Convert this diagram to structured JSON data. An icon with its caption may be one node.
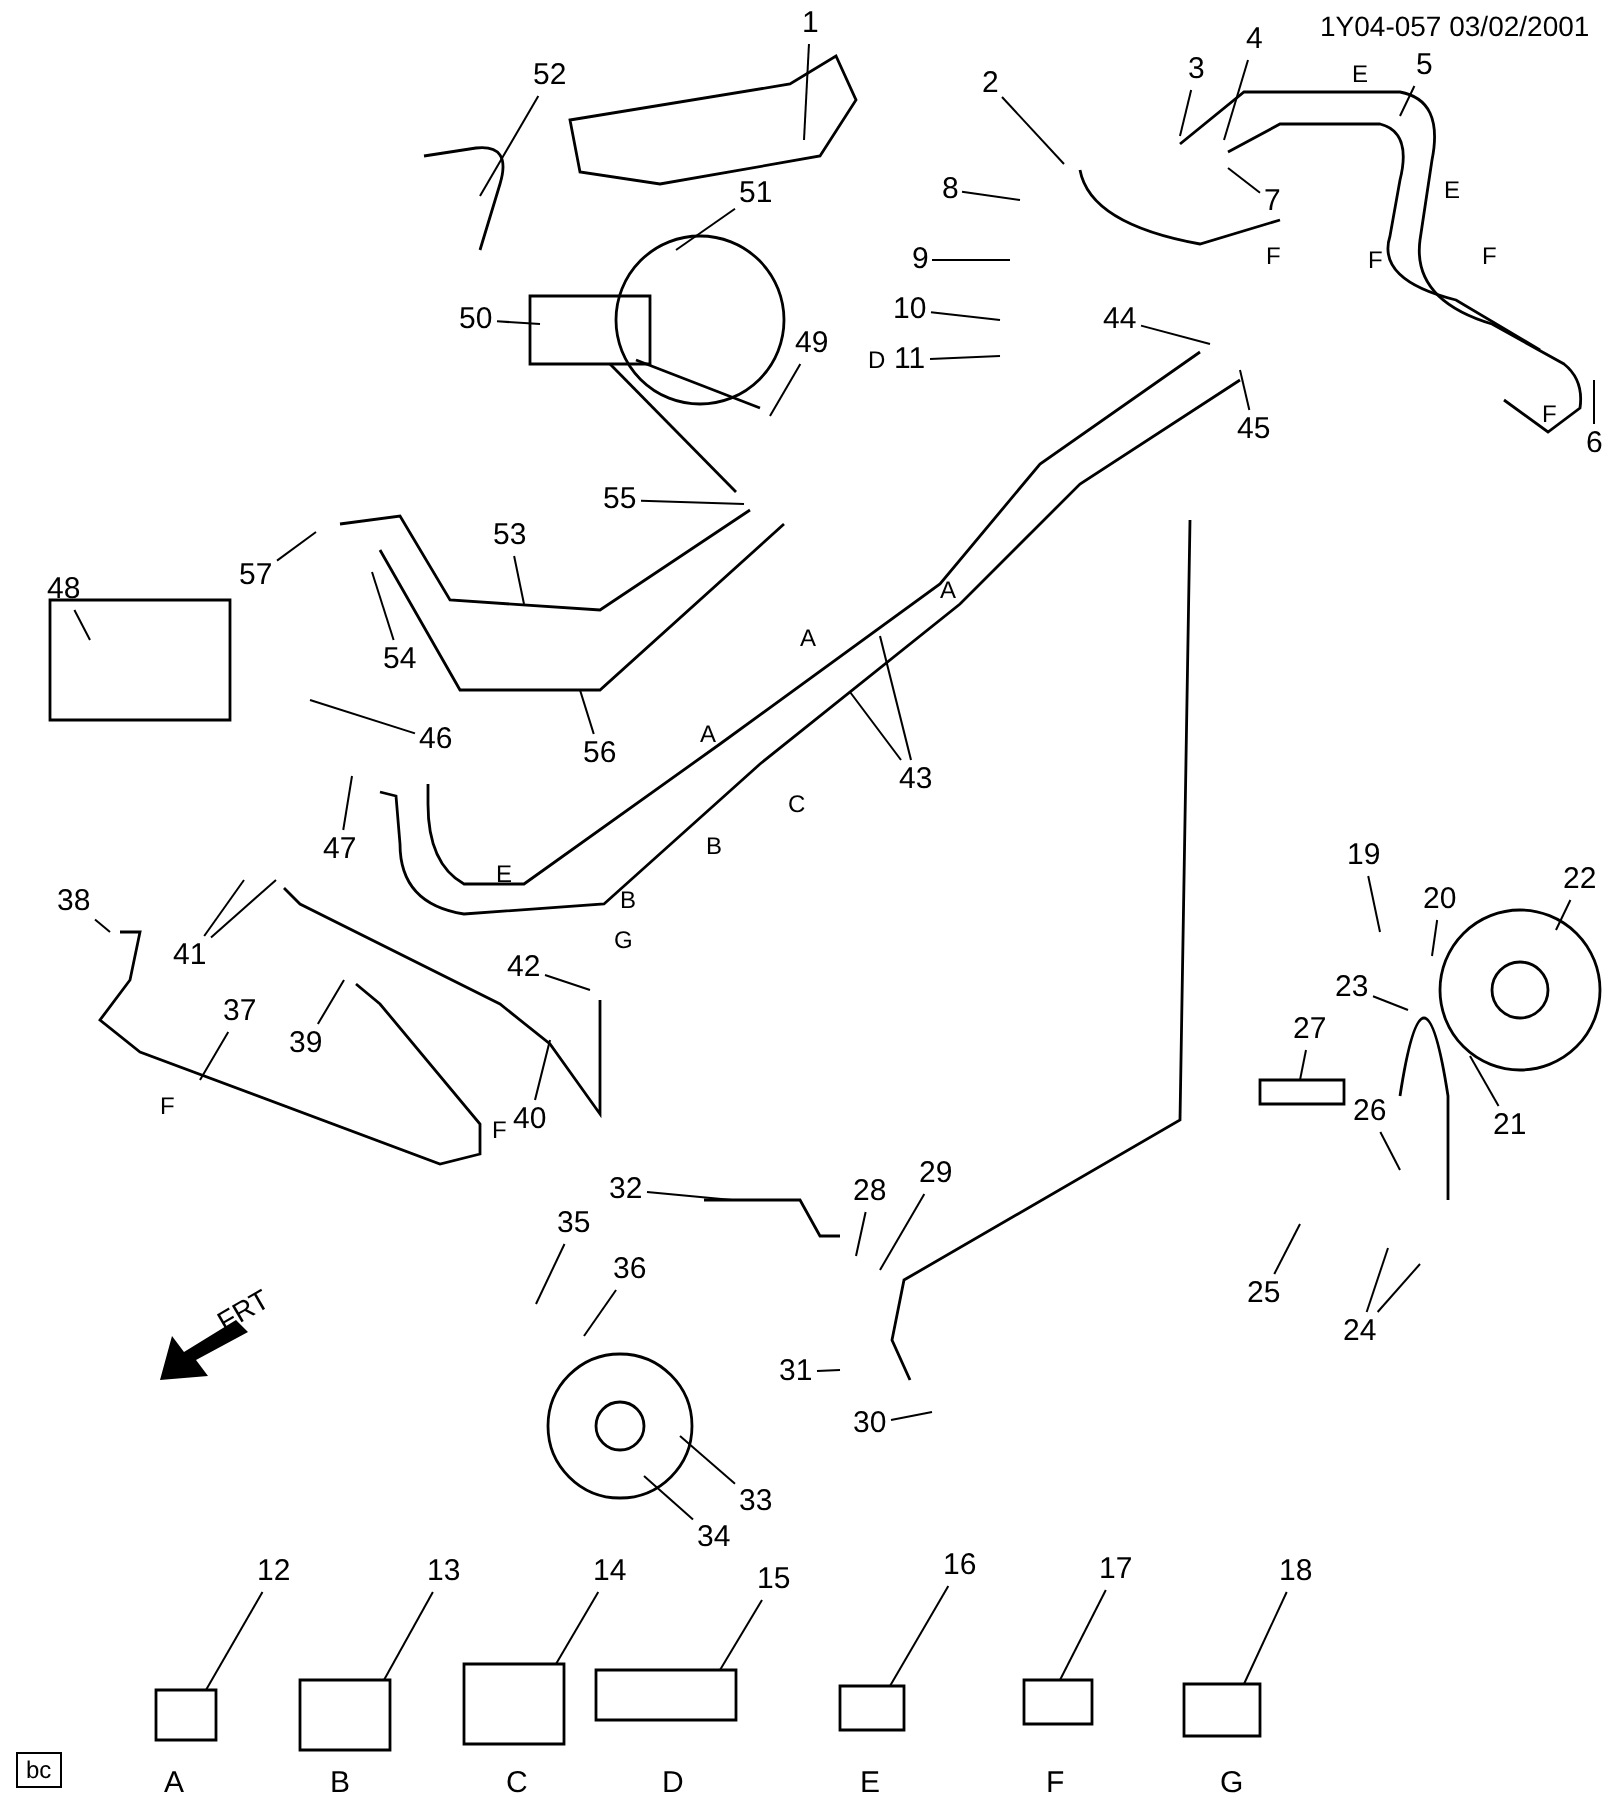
{
  "diagram": {
    "nodes": [
      {
        "text": [
          "1"
        ]
      },
      {
        "text": [
          "2"
        ]
      },
      {
        "text": [
          "3"
        ]
      },
      {
        "text": [
          "4"
        ]
      },
      {
        "text": [
          "5"
        ]
      },
      {
        "text": [
          "6"
        ]
      },
      {
        "text": [
          "7"
        ]
      },
      {
        "text": [
          "8"
        ]
      },
      {
        "text": [
          "9"
        ]
      },
      {
        "text": [
          "10"
        ]
      },
      {
        "text": [
          "11"
        ]
      },
      {
        "text": [
          "12"
        ]
      },
      {
        "text": [
          "13"
        ]
      },
      {
        "text": [
          "14"
        ]
      },
      {
        "text": [
          "15"
        ]
      },
      {
        "text": [
          "16"
        ]
      },
      {
        "text": [
          "17"
        ]
      },
      {
        "text": [
          "18"
        ]
      },
      {
        "text": [
          "19"
        ]
      },
      {
        "text": [
          "20"
        ]
      },
      {
        "text": [
          "21"
        ]
      },
      {
        "text": [
          "22"
        ]
      },
      {
        "text": [
          "23"
        ]
      },
      {
        "text": [
          "24"
        ]
      },
      {
        "text": [
          "25"
        ]
      },
      {
        "text": [
          "26"
        ]
      },
      {
        "text": [
          "27"
        ]
      },
      {
        "text": [
          "28"
        ]
      },
      {
        "text": [
          "29"
        ]
      },
      {
        "text": [
          "30"
        ]
      },
      {
        "text": [
          "31"
        ]
      },
      {
        "text": [
          "32"
        ]
      },
      {
        "text": [
          "33"
        ]
      },
      {
        "text": [
          "34"
        ]
      },
      {
        "text": [
          "35"
        ]
      },
      {
        "text": [
          "36"
        ]
      },
      {
        "text": [
          "37"
        ]
      },
      {
        "text": [
          "38"
        ]
      },
      {
        "text": [
          "39"
        ]
      },
      {
        "text": [
          "40"
        ]
      },
      {
        "text": [
          "41"
        ]
      },
      {
        "text": [
          "42"
        ]
      },
      {
        "text": [
          "43"
        ]
      },
      {
        "text": [
          "44"
        ]
      },
      {
        "text": [
          "45"
        ]
      },
      {
        "text": [
          "46"
        ]
      },
      {
        "text": [
          "47"
        ]
      },
      {
        "text": [
          "48"
        ]
      },
      {
        "text": [
          "49"
        ]
      },
      {
        "text": [
          "50"
        ]
      },
      {
        "text": [
          "51"
        ]
      },
      {
        "text": [
          "52"
        ]
      },
      {
        "text": [
          "53"
        ]
      },
      {
        "text": [
          "54"
        ]
      },
      {
        "text": [
          "55"
        ]
      },
      {
        "text": [
          "56"
        ]
      },
      {
        "text": [
          "57"
        ]
      }
    ],
    "edges": [
      {
        "from": 0,
        "to": null,
        "arrow": "none"
      },
      {
        "from": 1,
        "to": null,
        "arrow": "none"
      },
      {
        "from": 2,
        "to": null,
        "arrow": "none"
      },
      {
        "from": 3,
        "to": null,
        "arrow": "none"
      },
      {
        "from": 4,
        "to": null,
        "arrow": "none"
      },
      {
        "from": 5,
        "to": null,
        "arrow": "none"
      },
      {
        "from": 6,
        "to": null,
        "arrow": "none"
      },
      {
        "from": 7,
        "to": null,
        "arrow": "none"
      },
      {
        "from": 8,
        "to": null,
        "arrow": "none"
      },
      {
        "from": 9,
        "to": null,
        "arrow": "none"
      },
      {
        "from": 10,
        "to": null,
        "arrow": "none"
      },
      {
        "from": 11,
        "to": null,
        "arrow": "none"
      },
      {
        "from": 12,
        "to": null,
        "arrow": "none"
      },
      {
        "from": 13,
        "to": null,
        "arrow": "none"
      },
      {
        "from": 14,
        "to": null,
        "arrow": "none"
      },
      {
        "from": 15,
        "to": null,
        "arrow": "none"
      },
      {
        "from": 16,
        "to": null,
        "arrow": "none"
      },
      {
        "from": 17,
        "to": null,
        "arrow": "none"
      },
      {
        "from": 18,
        "to": null,
        "arrow": "none"
      },
      {
        "from": 19,
        "to": null,
        "arrow": "none"
      },
      {
        "from": 20,
        "to": null,
        "arrow": "none"
      },
      {
        "from": 21,
        "to": null,
        "arrow": "none"
      },
      {
        "from": 22,
        "to": null,
        "arrow": "none"
      },
      {
        "from": 23,
        "to": null,
        "arrow": "none"
      },
      {
        "from": 23,
        "to": null,
        "arrow": "none"
      },
      {
        "from": 24,
        "to": null,
        "arrow": "none"
      },
      {
        "from": 25,
        "to": null,
        "arrow": "none"
      },
      {
        "from": 26,
        "to": null,
        "arrow": "none"
      },
      {
        "from": 27,
        "to": null,
        "arrow": "none"
      },
      {
        "from": 28,
        "to": null,
        "arrow": "none"
      },
      {
        "from": 29,
        "to": null,
        "arrow": "none"
      },
      {
        "from": 30,
        "to": null,
        "arrow": "none"
      },
      {
        "from": 31,
        "to": null,
        "arrow": "none"
      },
      {
        "from": 32,
        "to": null,
        "arrow": "none"
      },
      {
        "from": 33,
        "to": null,
        "arrow": "none"
      },
      {
        "from": 34,
        "to": null,
        "arrow": "none"
      },
      {
        "from": 35,
        "to": null,
        "arrow": "none"
      },
      {
        "from": 36,
        "to": null,
        "arrow": "none"
      },
      {
        "from": 37,
        "to": null,
        "arrow": "none"
      },
      {
        "from": 38,
        "to": null,
        "arrow": "none"
      },
      {
        "from": 39,
        "to": null,
        "arrow": "none"
      },
      {
        "from": 40,
        "to": null,
        "arrow": "none"
      },
      {
        "from": 40,
        "to": null,
        "arrow": "none"
      },
      {
        "from": 41,
        "to": null,
        "arrow": "none"
      },
      {
        "from": 42,
        "to": null,
        "arrow": "none"
      },
      {
        "from": 42,
        "to": null,
        "arrow": "none"
      },
      {
        "from": 43,
        "to": null,
        "arrow": "none"
      },
      {
        "from": 44,
        "to": null,
        "arrow": "none"
      },
      {
        "from": 45,
        "to": null,
        "arrow": "none"
      },
      {
        "from": 46,
        "to": null,
        "arrow": "none"
      },
      {
        "from": 47,
        "to": null,
        "arrow": "none"
      },
      {
        "from": 48,
        "to": null,
        "arrow": "none"
      },
      {
        "from": 49,
        "to": null,
        "arrow": "none"
      },
      {
        "from": 50,
        "to": null,
        "arrow": "none"
      },
      {
        "from": 51,
        "to": null,
        "arrow": "none"
      },
      {
        "from": 52,
        "to": null,
        "arrow": "none"
      },
      {
        "from": 53,
        "to": null,
        "arrow": "none"
      },
      {
        "from": 54,
        "to": null,
        "arrow": "none"
      },
      {
        "from": 55,
        "to": null,
        "arrow": "none"
      },
      {
        "from": 56,
        "to": null,
        "arrow": "none"
      }
    ],
    "labels": [
      "1Y04-057 03/02/2001",
      "E",
      "E",
      "F",
      "F",
      "F",
      "F",
      "D",
      "A",
      "A",
      "A",
      "C",
      "B",
      "E",
      "B",
      "G",
      "F",
      "F",
      "FRT",
      "A",
      "B",
      "C",
      "D",
      "E",
      "F",
      "G",
      "bc"
    ]
  }
}
